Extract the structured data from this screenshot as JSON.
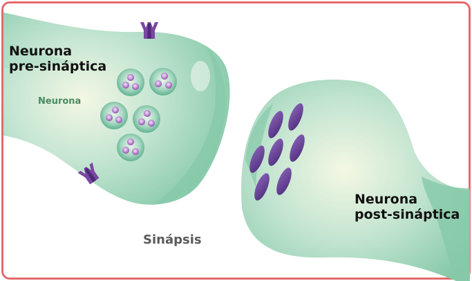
{
  "diagram": {
    "title": "Sinápsis",
    "labels": {
      "presynaptic_line1": "Neurona",
      "presynaptic_line2": "pre-sináptica",
      "inner_label": "Neurona",
      "postsynaptic_line1": "Neurona",
      "postsynaptic_line2": "post-sináptica",
      "synapse": "Sinápsis"
    },
    "components": {
      "vesicles": 5,
      "molecules_per_vesicle": 3,
      "receptors_postsynaptic": 7,
      "membrane_channels_presynaptic": 2
    },
    "colors": {
      "border": "#e4696c",
      "neuron_body": "#9fd4bb",
      "neuron_dark": "#7cc3a2",
      "neuron_highlight": "#f2f7e2",
      "vesicle": "#6fbfa2",
      "molecule": "#9a5bb5",
      "receptor": "#5c3a8c",
      "channel": "#7b46a3"
    }
  }
}
